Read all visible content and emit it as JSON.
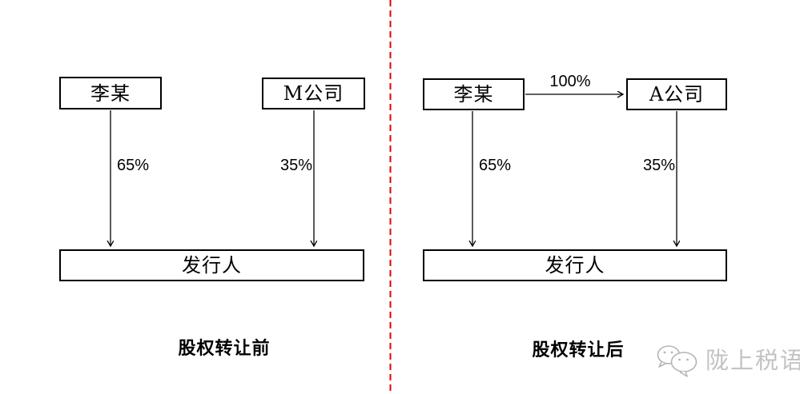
{
  "before": {
    "caption": "股权转让前",
    "nodes": {
      "holder1": "李某",
      "holder2": "M公司",
      "issuer": "发行人"
    },
    "edges": {
      "holder1_to_issuer": "65%",
      "holder2_to_issuer": "35%"
    }
  },
  "after": {
    "caption": "股权转让后",
    "nodes": {
      "holder1": "李某",
      "holder2": "A公司",
      "issuer": "发行人"
    },
    "edges": {
      "holder1_to_holder2": "100%",
      "holder1_to_issuer": "65%",
      "holder2_to_issuer": "35%"
    }
  },
  "watermark": {
    "text": "陇上税语",
    "icon": "wechat-chat-bubbles-icon"
  },
  "colors": {
    "divider_red": "#e60000",
    "line_black": "#000000",
    "watermark_gray": "#b5b5b5"
  }
}
